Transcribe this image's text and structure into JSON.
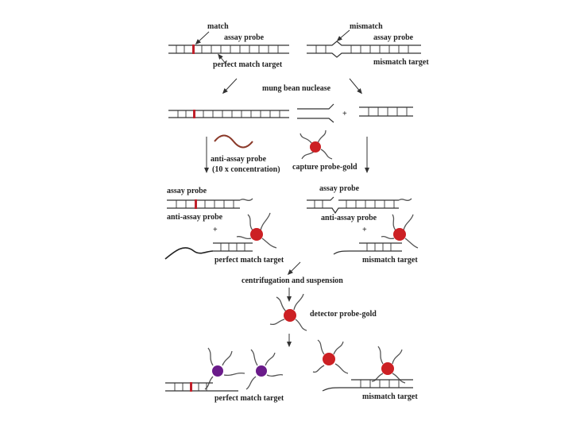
{
  "labels": {
    "match": "match",
    "mismatch": "mismatch",
    "assay_probe": "assay probe",
    "perfect_match_target": "perfect match target",
    "mismatch_target": "mismatch target",
    "mung_bean_nuclease": "mung bean nuclease",
    "plus": "+",
    "anti_assay_probe": "anti-assay probe",
    "concentration": "(10 x concentration)",
    "capture_probe_gold": "capture probe-gold",
    "centrifugation": "centrifugation and suspension",
    "detector_probe_gold": "detector probe-gold"
  },
  "colors": {
    "mismatch_mark": "#c0202a",
    "capture_gold": "#cc2024",
    "detector_gold": "#cc2024",
    "hybridized_gold": "#6a1b8a",
    "anti_assay_strand": "#8b3a2a",
    "line": "#333333"
  }
}
